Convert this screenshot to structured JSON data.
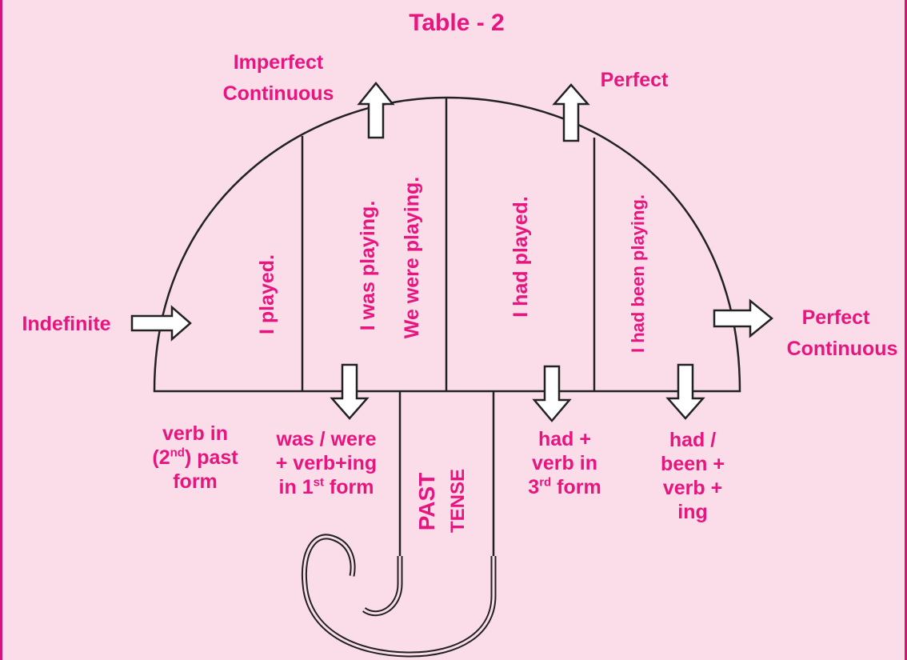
{
  "title": "Table - 2",
  "directions": {
    "imperfect_continuous": [
      "Imperfect",
      "Continuous"
    ],
    "perfect": "Perfect",
    "indefinite": "Indefinite",
    "perfect_continuous": [
      "Perfect",
      "Continuous"
    ]
  },
  "segments": {
    "indefinite": "I played.",
    "imperfect_1": "I was playing.",
    "imperfect_2": "We were playing.",
    "perfect": "I had played.",
    "perfect_continuous": "I had been playing."
  },
  "handle_text": {
    "line1": "PAST",
    "line2": "TENSE"
  },
  "rules": {
    "indefinite": {
      "l1": "verb in",
      "l2_pre": "(2",
      "l2_sup": "nd",
      "l2_post": ") past",
      "l3": "form"
    },
    "imperfect": {
      "l1": "was / were",
      "l2": "+ verb+ing",
      "l3_pre": "in 1",
      "l3_sup": "st",
      "l3_post": " form"
    },
    "perfect": {
      "l1": "had +",
      "l2": "verb in",
      "l3_pre": "3",
      "l3_sup": "rd",
      "l3_post": " form"
    },
    "perfect_continuous": {
      "l1": "had /",
      "l2": "been +",
      "l3": "verb +",
      "l4": "ing"
    }
  },
  "colors": {
    "accent": "#e8157f",
    "background": "#fbdde9",
    "line": "#222222"
  }
}
